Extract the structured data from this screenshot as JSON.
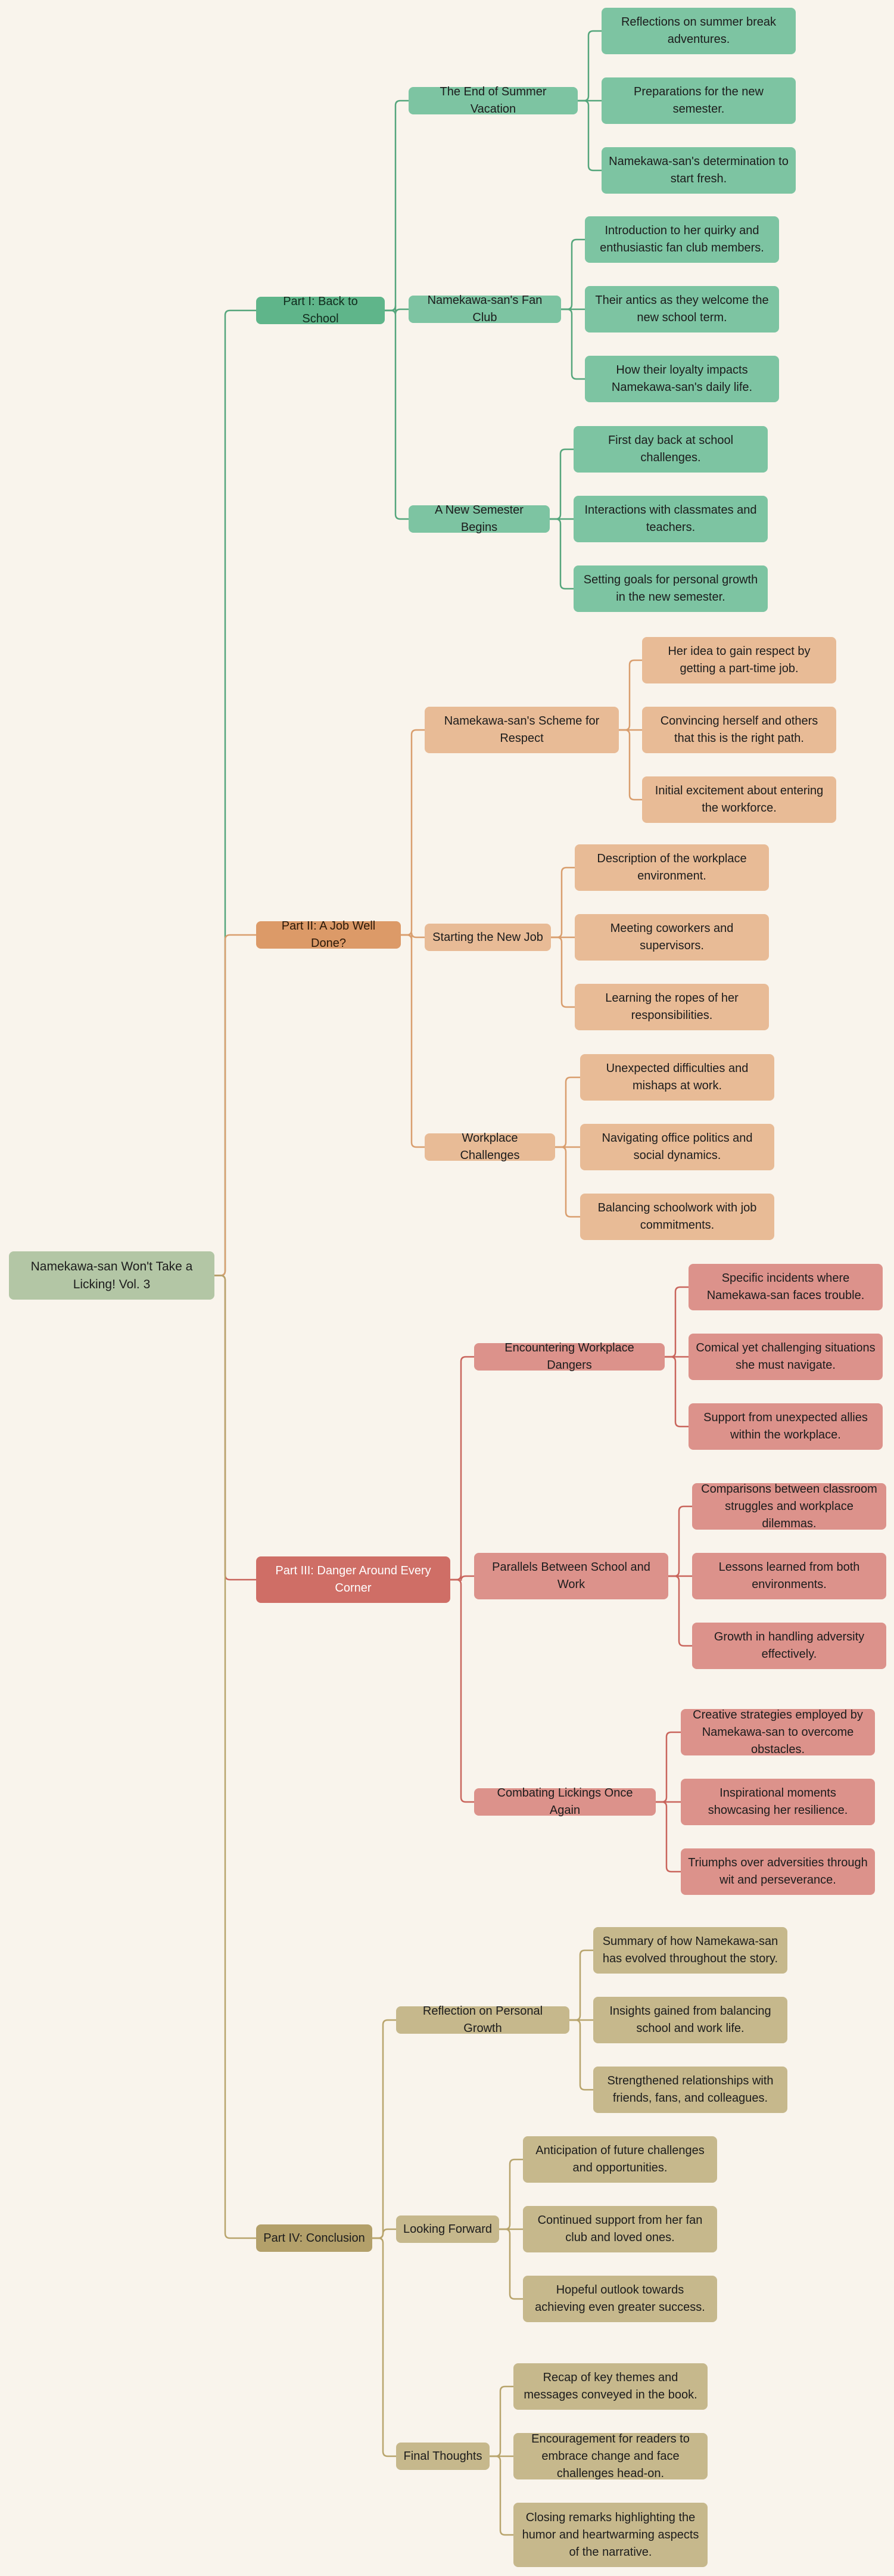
{
  "root": {
    "label": "Namekawa-san Won't Take a Licking! Vol. 3",
    "color": "#b3c6a5",
    "text_color": "#1c1c1c",
    "line_color": "#8a6a4a"
  },
  "parts": [
    {
      "label": "Part I: Back to School",
      "color": "#5fb58a",
      "text_color": "#102a1c",
      "sub_color": "#7dc4a2",
      "line_color": "#55a67c",
      "subs": [
        {
          "label": "The End of Summer Vacation",
          "leaves": [
            "Reflections on summer break adventures.",
            "Preparations for the new semester.",
            "Namekawa-san's determination to start fresh."
          ]
        },
        {
          "label": "Namekawa-san's Fan Club",
          "leaves": [
            "Introduction to her quirky and enthusiastic fan club members.",
            "Their antics as they welcome the new school term.",
            "How their loyalty impacts Namekawa-san's daily life."
          ]
        },
        {
          "label": "A New Semester Begins",
          "leaves": [
            "First day back at school challenges.",
            "Interactions with classmates and teachers.",
            "Setting goals for personal growth in the new semester."
          ]
        }
      ]
    },
    {
      "label": "Part II: A Job Well Done?",
      "color": "#dc9a68",
      "text_color": "#2a1808",
      "sub_color": "#e8bb96",
      "line_color": "#d99e6e",
      "subs": [
        {
          "label": "Namekawa-san's Scheme for Respect",
          "leaves": [
            "Her idea to gain respect by getting a part-time job.",
            "Convincing herself and others that this is the right path.",
            "Initial excitement about entering the workforce."
          ]
        },
        {
          "label": "Starting the New Job",
          "leaves": [
            "Description of the workplace environment.",
            "Meeting coworkers and supervisors.",
            "Learning the ropes of her responsibilities."
          ]
        },
        {
          "label": "Workplace Challenges",
          "leaves": [
            "Unexpected difficulties and mishaps at work.",
            "Navigating office politics and social dynamics.",
            "Balancing schoolwork with job commitments."
          ]
        }
      ]
    },
    {
      "label": "Part III: Danger Around Every Corner",
      "color": "#cf6e66",
      "text_color": "#ffffff",
      "sub_color": "#dc928b",
      "line_color": "#c9655c",
      "subs": [
        {
          "label": "Encountering Workplace Dangers",
          "leaves": [
            "Specific incidents where Namekawa-san faces trouble.",
            "Comical yet challenging situations she must navigate.",
            "Support from unexpected allies within the workplace."
          ]
        },
        {
          "label": "Parallels Between School and Work",
          "leaves": [
            "Comparisons between classroom struggles and workplace dilemmas.",
            "Lessons learned from both environments.",
            "Growth in handling adversity effectively."
          ]
        },
        {
          "label": "Combating Lickings Once Again",
          "leaves": [
            "Creative strategies employed by Namekawa-san to overcome obstacles.",
            "Inspirational moments showcasing her resilience.",
            "Triumphs over adversities through wit and perseverance."
          ]
        }
      ]
    },
    {
      "label": "Part IV: Conclusion",
      "color": "#b3a06a",
      "text_color": "#1c1c1c",
      "sub_color": "#c6b88c",
      "line_color": "#b8a46c",
      "subs": [
        {
          "label": "Reflection on Personal Growth",
          "leaves": [
            "Summary of how Namekawa-san has evolved throughout the story.",
            "Insights gained from balancing school and work life.",
            "Strengthened relationships with friends, fans, and colleagues."
          ]
        },
        {
          "label": "Looking Forward",
          "leaves": [
            "Anticipation of future challenges and opportunities.",
            "Continued support from her fan club and loved ones.",
            "Hopeful outlook towards achieving even greater success."
          ]
        },
        {
          "label": "Final Thoughts",
          "leaves": [
            "Recap of key themes and messages conveyed in the book.",
            "Encouragement for readers to embrace change and face challenges head-on.",
            "Closing remarks highlighting the humor and heartwarming aspects of the narrative."
          ]
        }
      ]
    }
  ]
}
